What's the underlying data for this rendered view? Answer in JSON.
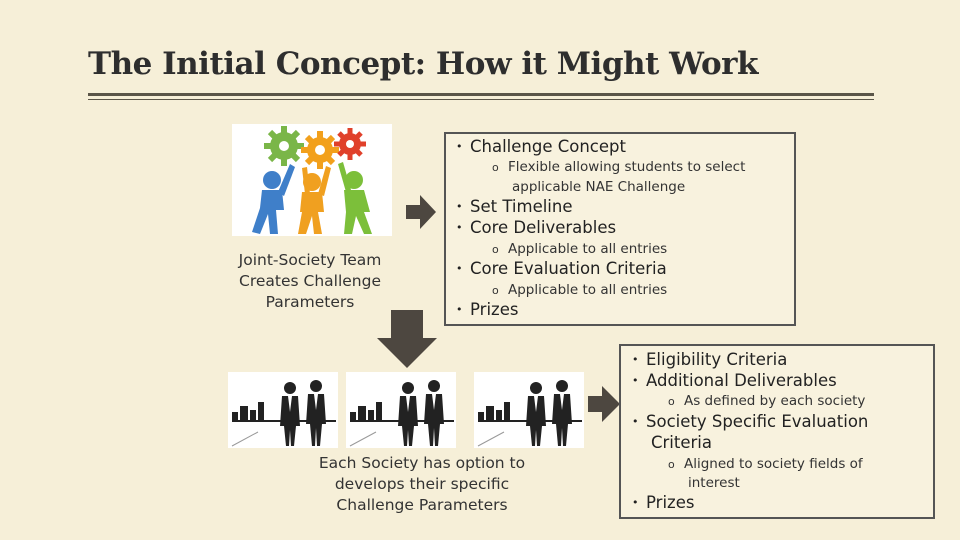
{
  "title": "The Initial Concept:  How it Might Work",
  "team_caption": {
    "line1": "Joint-Society  Team",
    "line2": "Creates  Challenge",
    "line3": "Parameters"
  },
  "society_caption": {
    "line1": "Each  Society  has  option  to",
    "line2": "develops  their  specific",
    "line3": "Challenge    Parameters"
  },
  "box1": {
    "challenge_concept": "Challenge  Concept",
    "cc_sub_line1": "Flexible  allowing  students  to  select",
    "cc_sub_line2": "applicable  NAE  Challenge",
    "set_timeline": "Set  Timeline",
    "core_deliverables": "Core  Deliverables",
    "cd_sub": "Applicable  to  all  entries",
    "core_evaluation": "Core  Evaluation  Criteria",
    "ce_sub": "Applicable  to  all  entries",
    "prizes": "Prizes"
  },
  "box2": {
    "eligibility": "Eligibility  Criteria",
    "additional_deliverables": "Additional  Deliverables",
    "ad_sub": "As  defined  by  each  society",
    "society_eval_line1": "Society  Specific  Evaluation",
    "society_eval_line2": "Criteria",
    "se_sub_line1": "Aligned  to  society  fields  of",
    "se_sub_line2": "interest",
    "prizes": "Prizes"
  },
  "colors": {
    "background": "#f6efd8",
    "arrow": "#4d4740",
    "box_border": "#555555",
    "gear_green": "#7ab648",
    "gear_orange": "#f2a01c",
    "gear_red": "#e0402a",
    "person_blue": "#3f7fc9",
    "person_orange": "#f0a020",
    "person_green": "#7cbf3a"
  },
  "icons": {
    "team_image": "team-gears-icon",
    "society_image": "businessmen-city-icon",
    "right_arrow": "arrow-right-icon",
    "down_arrow": "arrow-down-icon"
  }
}
